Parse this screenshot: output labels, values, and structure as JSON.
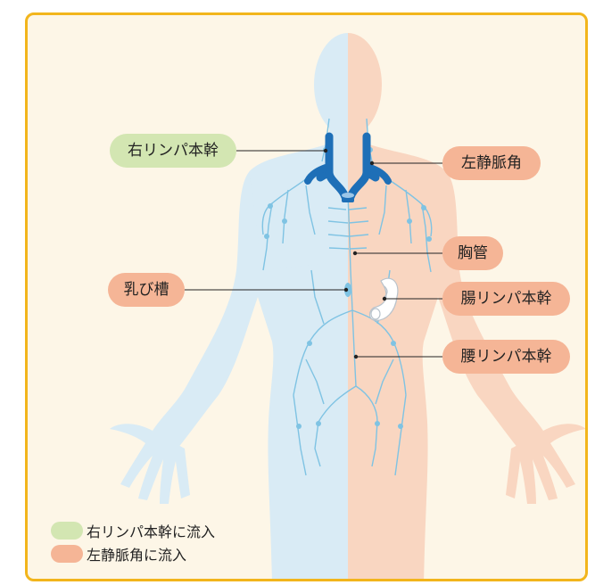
{
  "colors": {
    "frame_border": "#f2b51c",
    "frame_background": "#fdf6e7",
    "right_body": "#d9ebf5",
    "left_body": "#f9d6c1",
    "lymph_lines": "#7fc3e3",
    "main_vessels": "#1e6fb7",
    "green_label": "#d3e6b2",
    "salmon_label": "#f5b596",
    "leader_line": "#222222"
  },
  "labels": {
    "right_lymphatic_trunk": "右リンパ本幹",
    "left_venous_angle": "左静脈角",
    "thoracic_duct": "胸管",
    "cisterna_chyli": "乳び槽",
    "intestinal_trunk": "腸リンパ本幹",
    "lumbar_trunk": "腰リンパ本幹"
  },
  "legend": {
    "green_item": "右リンパ本幹に流入",
    "salmon_item": "左静脈角に流入"
  }
}
